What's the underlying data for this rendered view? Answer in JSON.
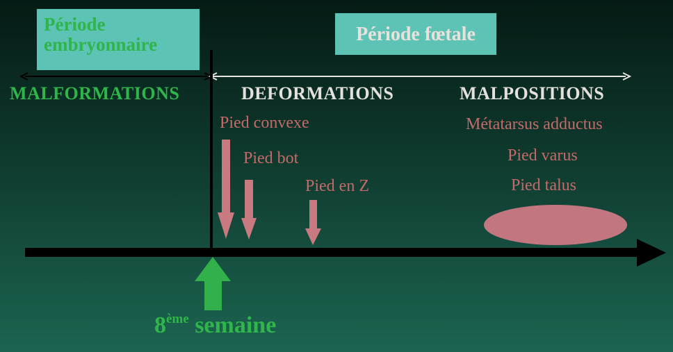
{
  "periods": {
    "embryonic_line1": "Période",
    "embryonic_line2": "embryonnaire",
    "fetal": "Période fœtale"
  },
  "categories": {
    "malformations": "MALFORMATIONS",
    "deformations": "DEFORMATIONS",
    "malpositions": "MALPOSITIONS"
  },
  "deformations": {
    "item1": "Pied convexe",
    "item2": "Pied bot",
    "item3": "Pied en Z"
  },
  "malpositions": {
    "item1": "Métatarsus adductus",
    "item2": "Pied varus",
    "item3": "Pied talus"
  },
  "milestone": {
    "number": "8",
    "superscript": "ème",
    "word": " semaine"
  },
  "colors": {
    "box_fill": "#5cc3b5",
    "green_text": "#2fb54a",
    "light_text": "#e4e0dc",
    "pink": "#c46a6a",
    "arrow_pink": "#c87a80",
    "timeline": "#000000"
  }
}
